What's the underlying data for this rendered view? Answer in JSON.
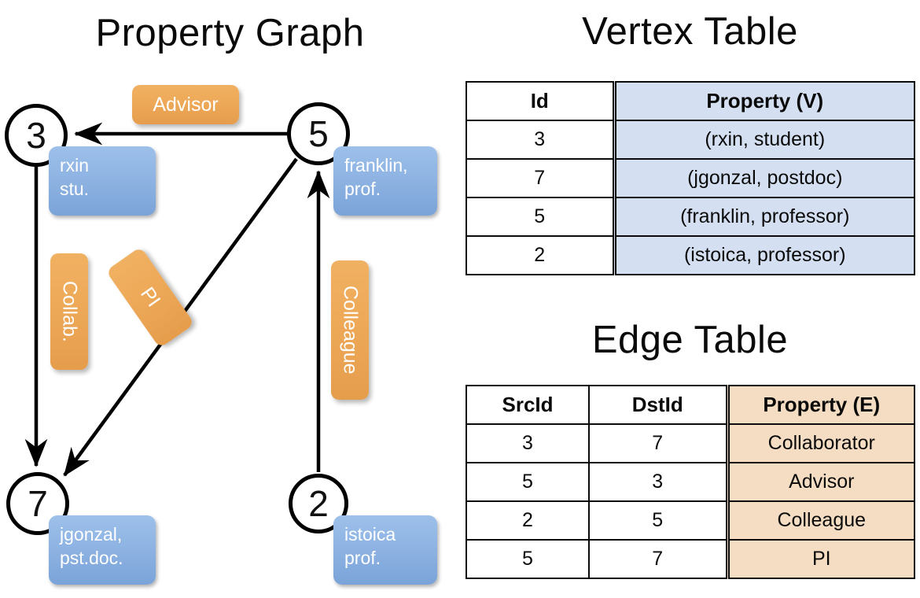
{
  "titles": {
    "property_graph": "Property Graph",
    "vertex_table": "Vertex Table",
    "edge_table": "Edge Table"
  },
  "graph": {
    "nodes": [
      {
        "id": "3",
        "label_lines": [
          "rxin",
          "stu."
        ]
      },
      {
        "id": "5",
        "label_lines": [
          "franklin,",
          "prof."
        ]
      },
      {
        "id": "7",
        "label_lines": [
          "jgonzal,",
          "pst.doc."
        ]
      },
      {
        "id": "2",
        "label_lines": [
          "istoica",
          "prof."
        ]
      }
    ],
    "edge_labels": [
      {
        "name": "advisor",
        "text": "Advisor"
      },
      {
        "name": "collab",
        "text": "Collab."
      },
      {
        "name": "pi",
        "text": "PI"
      },
      {
        "name": "colleague",
        "text": "Colleague"
      }
    ]
  },
  "vertex_table": {
    "headers": [
      "Id",
      "Property (V)"
    ],
    "rows": [
      [
        "3",
        "(rxin, student)"
      ],
      [
        "7",
        "(jgonzal, postdoc)"
      ],
      [
        "5",
        "(franklin, professor)"
      ],
      [
        "2",
        "(istoica, professor)"
      ]
    ]
  },
  "edge_table": {
    "headers": [
      "SrcId",
      "DstId",
      "Property (E)"
    ],
    "rows": [
      [
        "3",
        "7",
        "Collaborator"
      ],
      [
        "5",
        "3",
        "Advisor"
      ],
      [
        "2",
        "5",
        "Colleague"
      ],
      [
        "5",
        "7",
        "PI"
      ]
    ]
  },
  "colors": {
    "vertex_property_fill": "#d4e0f2",
    "edge_property_fill": "#f5ddc3",
    "node_box_blue": "#8fb4e3",
    "edge_label_orange": "#eeaa59",
    "stroke": "#0b0b0b",
    "background": "#ffffff"
  }
}
